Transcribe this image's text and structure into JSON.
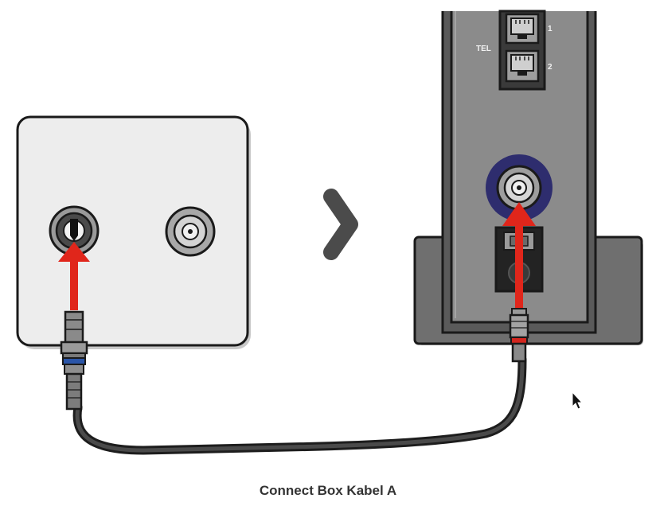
{
  "caption": "Connect Box Kabel A",
  "router": {
    "tel_label": "TEL",
    "port_1_label": "1",
    "port_2_label": "2"
  },
  "colors": {
    "arrow": "#e0261b",
    "coax_port_ring": "#2e2d6e",
    "connector_band_wall": "#2a55a8",
    "connector_band_router": "#d3261e",
    "wall_plate": "#ededed",
    "router_body": "#8b8b8b"
  },
  "icons": {
    "step_separator": "chevron-right-icon",
    "cursor": "mouse-pointer-icon"
  }
}
